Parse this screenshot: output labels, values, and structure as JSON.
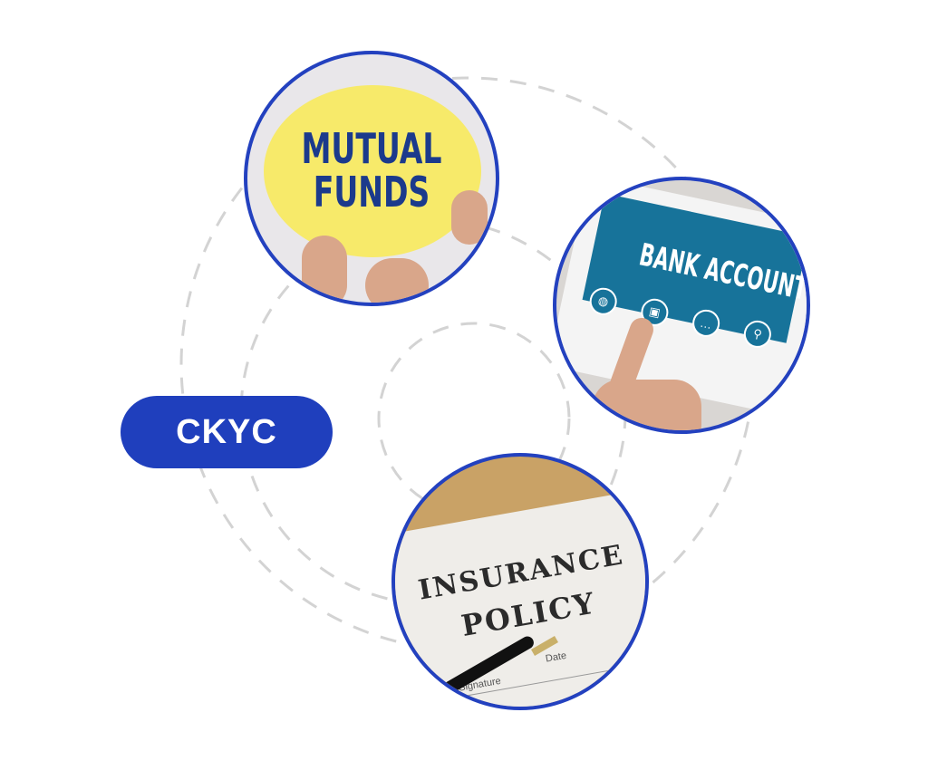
{
  "badge": {
    "label": "CKYC"
  },
  "items": [
    {
      "name": "mutual-funds",
      "lines": [
        "MUTUAL",
        "FUNDS"
      ]
    },
    {
      "name": "bank-account",
      "label": "BANK ACCOUNT",
      "icons": [
        "globe-icon",
        "presentation-icon",
        "chat-icon",
        "search-icon"
      ]
    },
    {
      "name": "insurance-policy",
      "lines": [
        "INSURANCE",
        "POLICY"
      ],
      "form_fields": [
        "Date",
        "Signature"
      ]
    }
  ],
  "colors": {
    "accent": "#1f3fbd",
    "ring": "#d0d0d0",
    "border": "#2341bf"
  }
}
